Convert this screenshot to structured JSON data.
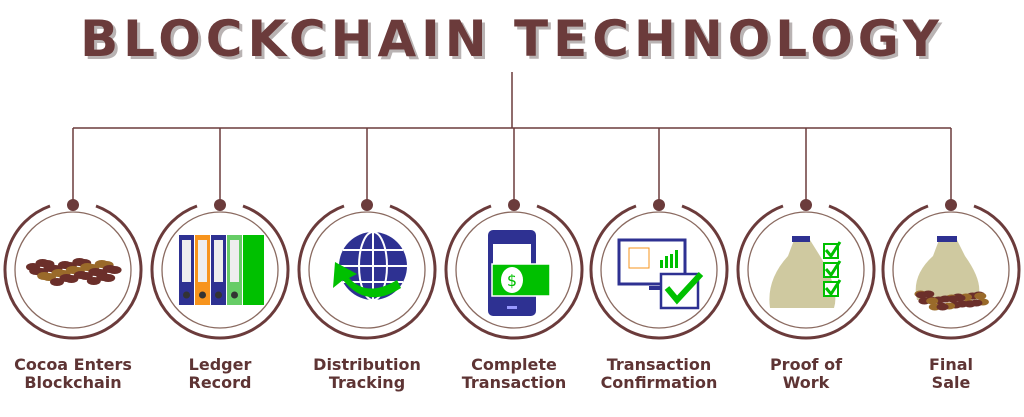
{
  "title": "BLOCKCHAIN TECHNOLOGY",
  "colors": {
    "brown": "#6b3b3b",
    "blue": "#2e3192",
    "green": "#00c000",
    "orange": "#f7941d",
    "sack": "#cfc9a0"
  },
  "steps": [
    {
      "line1": "Cocoa Enters",
      "line2": "Blockchain",
      "icon": "cocoa-beans-icon"
    },
    {
      "line1": "Ledger",
      "line2": "Record",
      "icon": "binders-icon"
    },
    {
      "line1": "Distribution",
      "line2": "Tracking",
      "icon": "globe-arrow-icon"
    },
    {
      "line1": "Complete",
      "line2": "Transaction",
      "icon": "phone-money-icon"
    },
    {
      "line1": "Transaction",
      "line2": "Confirmation",
      "icon": "monitor-check-icon"
    },
    {
      "line1": "Proof of",
      "line2": "Work",
      "icon": "sack-checklist-icon"
    },
    {
      "line1": "Final",
      "line2": "Sale",
      "icon": "sack-beans-icon"
    }
  ]
}
